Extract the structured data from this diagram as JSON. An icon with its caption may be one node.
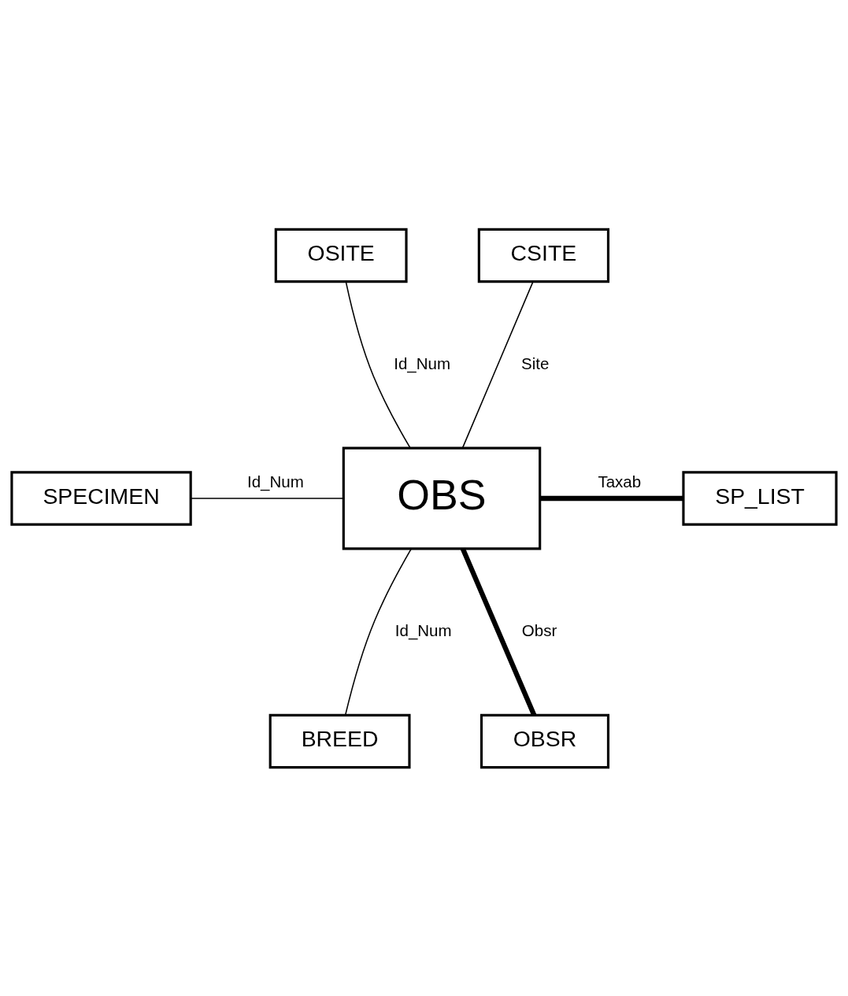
{
  "diagram": {
    "nodes": [
      {
        "text": [
          "OSITE"
        ]
      },
      {
        "text": [
          "CSITE"
        ]
      },
      {
        "text": [
          "SPECIMEN"
        ]
      },
      {
        "text": [
          "OBS"
        ]
      },
      {
        "text": [
          "SP_LIST"
        ]
      },
      {
        "text": [
          "BREED"
        ]
      },
      {
        "text": [
          "OBSR"
        ]
      }
    ],
    "edges": [
      {
        "from": 0,
        "to": 3,
        "arrow": "none",
        "label": "Id_Num"
      },
      {
        "from": 1,
        "to": 3,
        "arrow": "none",
        "label": "Site"
      },
      {
        "from": 2,
        "to": 3,
        "arrow": "none",
        "label": "Id_Num"
      },
      {
        "from": 3,
        "to": 4,
        "arrow": "none",
        "label": "Taxab",
        "style": "thick"
      },
      {
        "from": 3,
        "to": 5,
        "arrow": "none",
        "label": "Id_Num"
      },
      {
        "from": 3,
        "to": 6,
        "arrow": "none",
        "label": "Obsr",
        "style": "thick"
      }
    ]
  }
}
